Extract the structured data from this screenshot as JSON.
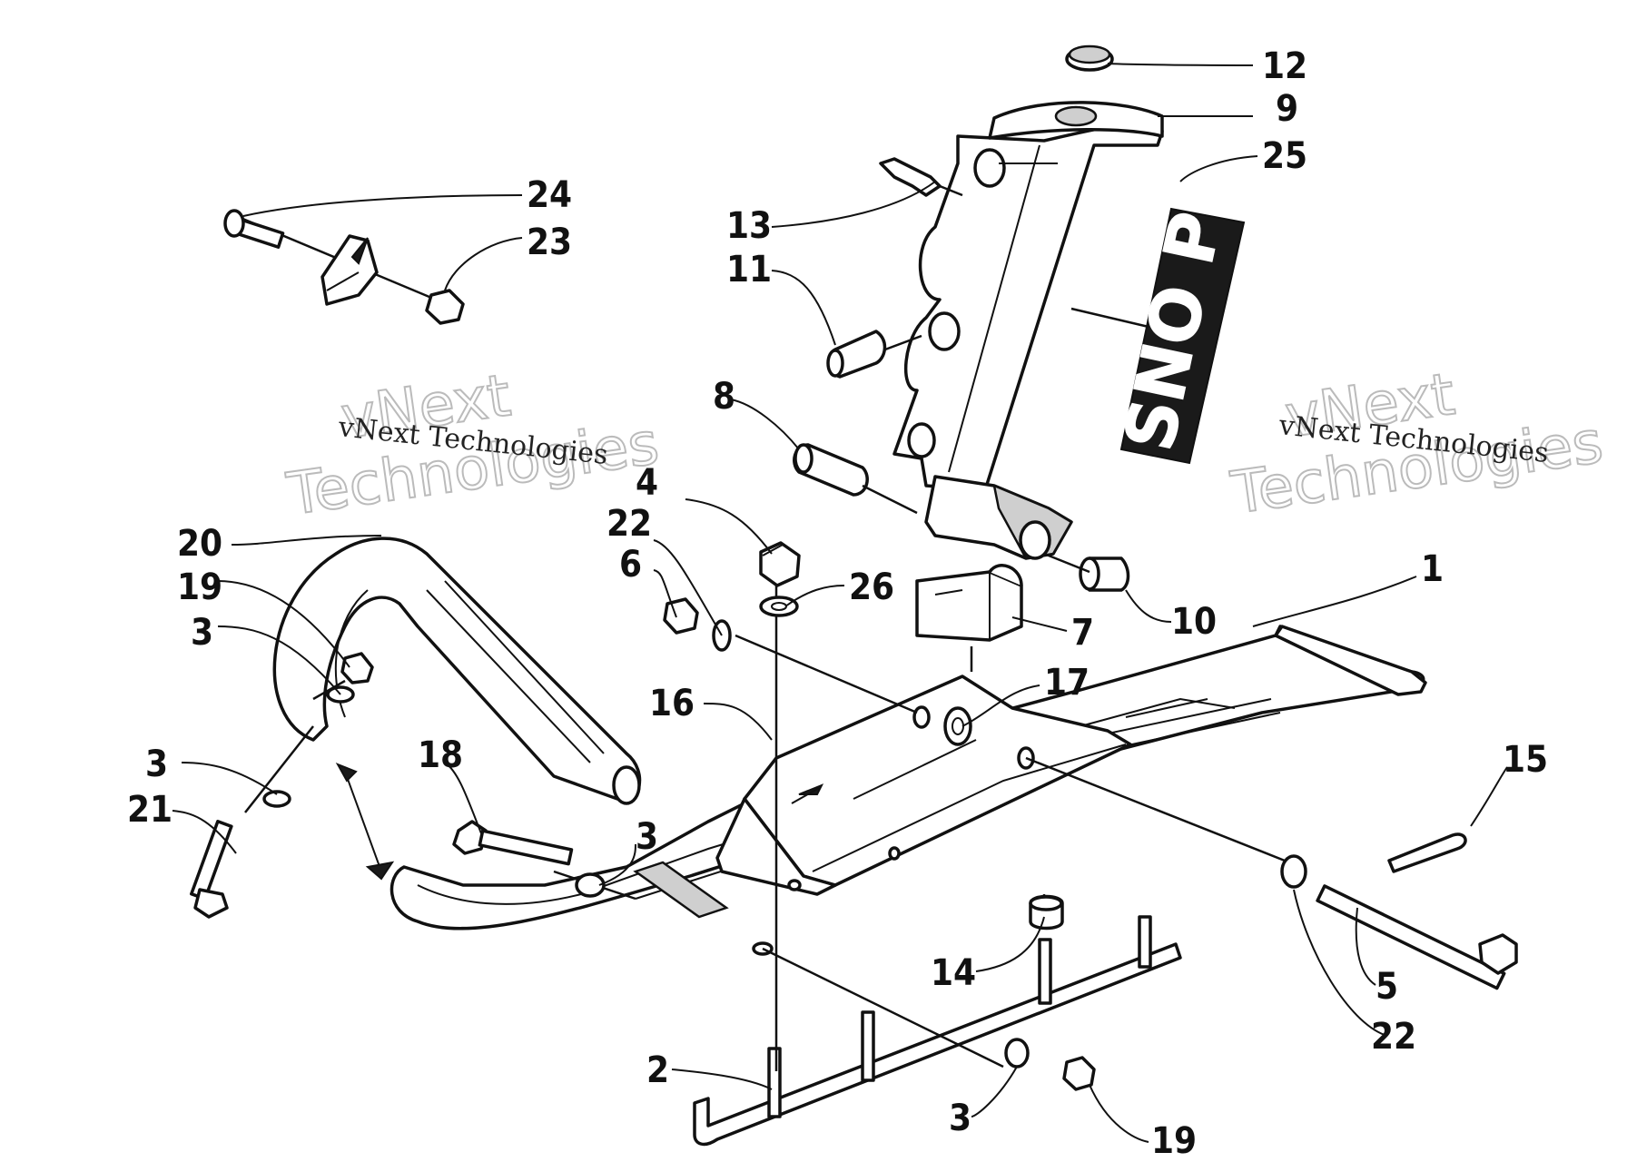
{
  "watermark": {
    "small_text": "vNext Technologies",
    "big_line1": "vNext",
    "big_line2": "Technologies"
  },
  "decal": {
    "text": "SNO PRO"
  },
  "callouts": [
    {
      "id": "c1",
      "label": "1"
    },
    {
      "id": "c2",
      "label": "2"
    },
    {
      "id": "c3a",
      "label": "3"
    },
    {
      "id": "c3b",
      "label": "3"
    },
    {
      "id": "c3c",
      "label": "3"
    },
    {
      "id": "c3d",
      "label": "3"
    },
    {
      "id": "c4",
      "label": "4"
    },
    {
      "id": "c5",
      "label": "5"
    },
    {
      "id": "c6",
      "label": "6"
    },
    {
      "id": "c7",
      "label": "7"
    },
    {
      "id": "c8",
      "label": "8"
    },
    {
      "id": "c9",
      "label": "9"
    },
    {
      "id": "c10",
      "label": "10"
    },
    {
      "id": "c11",
      "label": "11"
    },
    {
      "id": "c12",
      "label": "12"
    },
    {
      "id": "c13",
      "label": "13"
    },
    {
      "id": "c14",
      "label": "14"
    },
    {
      "id": "c15",
      "label": "15"
    },
    {
      "id": "c16",
      "label": "16"
    },
    {
      "id": "c17",
      "label": "17"
    },
    {
      "id": "c18",
      "label": "18"
    },
    {
      "id": "c19a",
      "label": "19"
    },
    {
      "id": "c19b",
      "label": "19"
    },
    {
      "id": "c20",
      "label": "20"
    },
    {
      "id": "c21",
      "label": "21"
    },
    {
      "id": "c22a",
      "label": "22"
    },
    {
      "id": "c22b",
      "label": "22"
    },
    {
      "id": "c23",
      "label": "23"
    },
    {
      "id": "c24",
      "label": "24"
    },
    {
      "id": "c25",
      "label": "25"
    },
    {
      "id": "c26",
      "label": "26"
    }
  ]
}
